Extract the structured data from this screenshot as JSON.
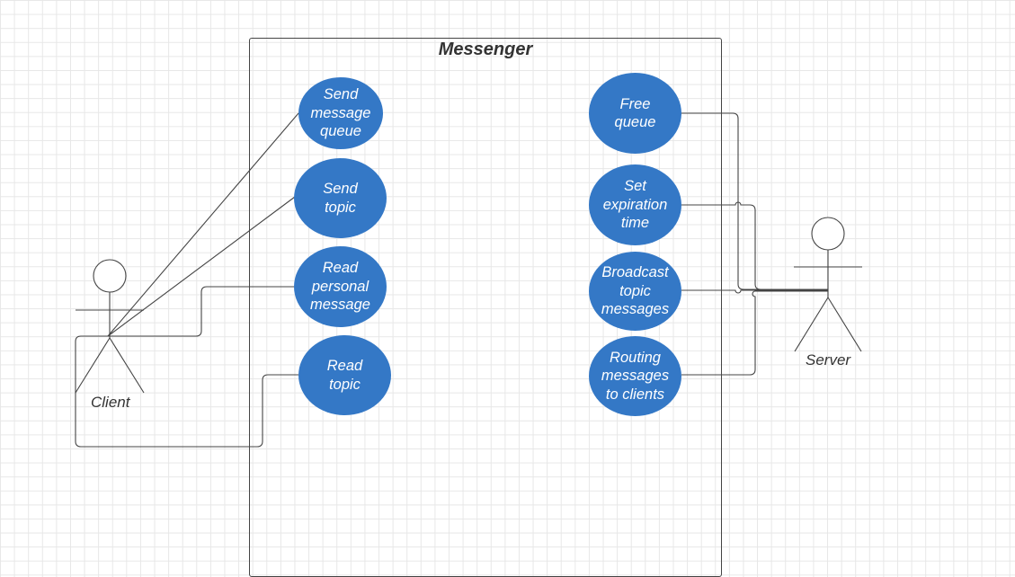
{
  "system": {
    "title": "Messenger"
  },
  "actors": {
    "client": "Client",
    "server": "Server"
  },
  "client_use_cases": [
    {
      "key": "send-message-queue",
      "label": "Send\nmessage\nqueue"
    },
    {
      "key": "send-topic",
      "label": "Send\ntopic"
    },
    {
      "key": "read-personal-message",
      "label": "Read\npersonal\nmessage"
    },
    {
      "key": "read-topic",
      "label": "Read\ntopic"
    }
  ],
  "server_use_cases": [
    {
      "key": "free-queue",
      "label": "Free\nqueue"
    },
    {
      "key": "set-expiration-time",
      "label": "Set\nexpiration\ntime"
    },
    {
      "key": "broadcast-topic-messages",
      "label": "Broadcast\ntopic\nmessages"
    },
    {
      "key": "routing-messages-to-clients",
      "label": "Routing\nmessages\nto clients"
    }
  ],
  "colors": {
    "use_case_fill": "#3478c6",
    "line": "#444444",
    "grid": "#e7e7e7"
  }
}
